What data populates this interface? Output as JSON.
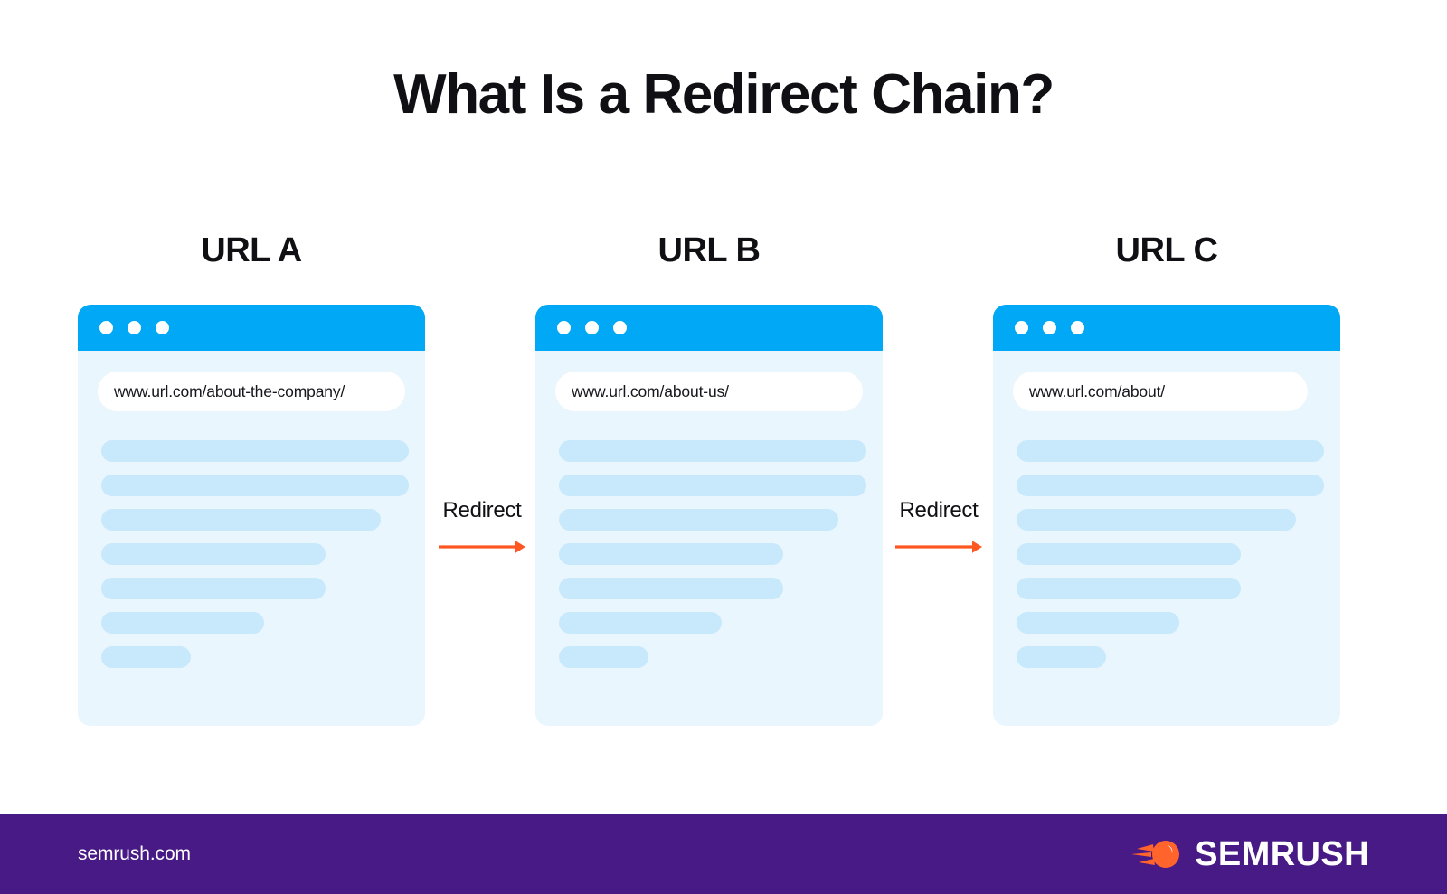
{
  "title": "What Is a Redirect Chain?",
  "colors": {
    "browser_bar": "#00A8F5",
    "card_bg": "#E9F6FE",
    "skeleton": "#C8E8FB",
    "arrow": "#FF5722",
    "footer_bg": "#471A85",
    "title_text": "#0F0F14",
    "logo_orange": "#FF642D"
  },
  "cards": [
    {
      "heading": "URL A",
      "url": "www.url.com/about-the-company/",
      "dots": [
        "dot-1",
        "dot-2",
        "dot-3"
      ],
      "skeleton_widths": [
        100,
        100,
        91,
        73,
        73,
        53,
        29
      ]
    },
    {
      "heading": "URL B",
      "url": "www.url.com/about-us/",
      "dots": [
        "dot-1",
        "dot-2",
        "dot-3"
      ],
      "skeleton_widths": [
        100,
        100,
        91,
        73,
        73,
        53,
        29
      ]
    },
    {
      "heading": "URL C",
      "url": "www.url.com/about/",
      "dots": [
        "dot-1",
        "dot-2",
        "dot-3"
      ],
      "skeleton_widths": [
        100,
        100,
        91,
        73,
        73,
        53,
        29
      ]
    }
  ],
  "connectors": [
    {
      "label": "Redirect",
      "icon": "arrow-right-icon"
    },
    {
      "label": "Redirect",
      "icon": "arrow-right-icon"
    }
  ],
  "footer": {
    "site": "semrush.com",
    "brand": "SEMRUSH",
    "logo_icon": "semrush-comet-icon"
  }
}
